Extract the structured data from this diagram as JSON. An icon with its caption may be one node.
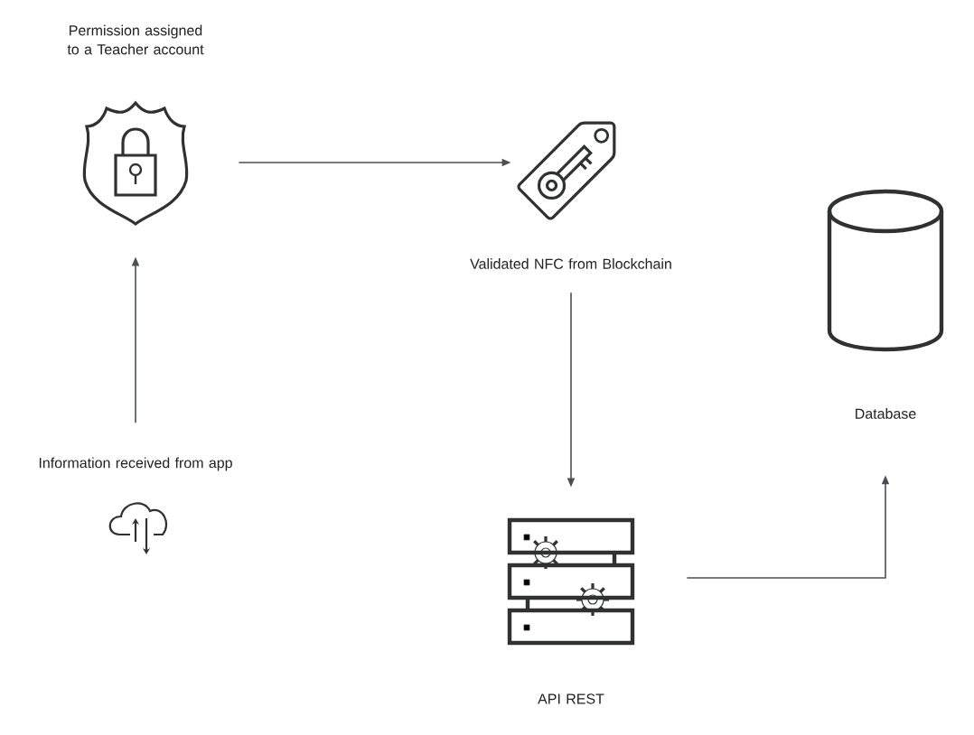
{
  "diagram": {
    "nodes": [
      {
        "text": [
          "Permission assigned to a Teacher account"
        ]
      },
      {
        "text": [
          "Validated NFC from Blockchain"
        ]
      },
      {
        "text": [
          "Database"
        ]
      },
      {
        "text": [
          "Information received from app"
        ]
      },
      {
        "text": [
          "API REST"
        ]
      }
    ],
    "edges": [
      {
        "from": 3,
        "to": 0,
        "arrow": "to"
      },
      {
        "from": 0,
        "to": 1,
        "arrow": "to"
      },
      {
        "from": 1,
        "to": 4,
        "arrow": "to"
      },
      {
        "from": 4,
        "to": 2,
        "arrow": "to"
      }
    ]
  }
}
